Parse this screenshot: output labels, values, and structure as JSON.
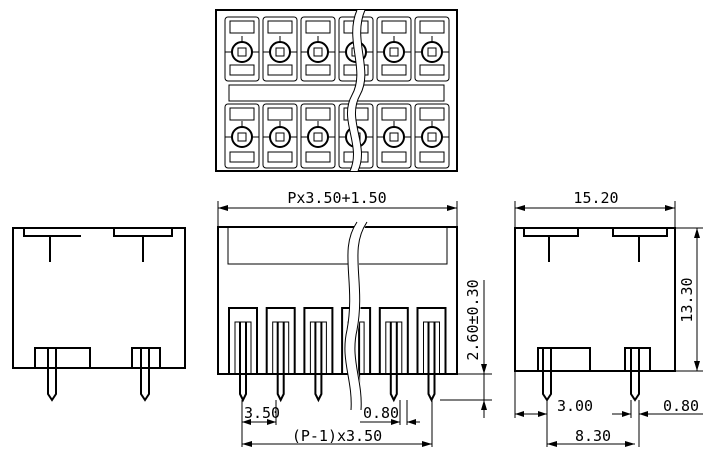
{
  "dimensions": {
    "total_length": "Px3.50+1.50",
    "side_width": "15.20",
    "height": "13.30",
    "pin_length": "2.60±0.30",
    "pitch": "3.50",
    "pin_width_front": "0.80",
    "pin_span": "(P-1)x3.50",
    "row_offset": "3.00",
    "pin_width_side": "0.80",
    "row_spacing": "8.30"
  }
}
